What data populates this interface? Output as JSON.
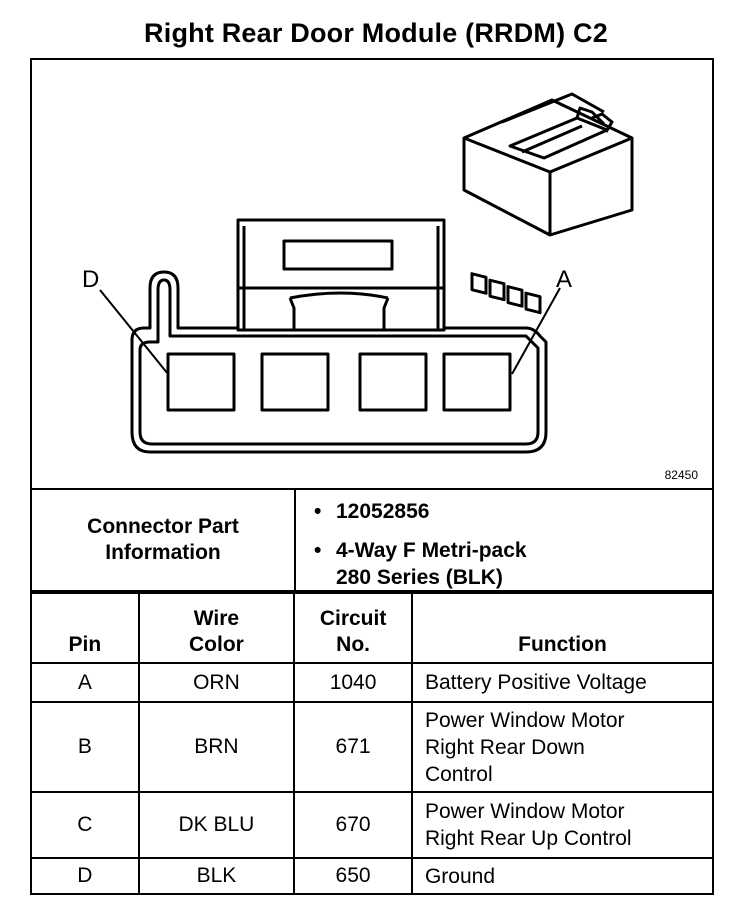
{
  "title": "Right Rear Door Module (RRDM) C2",
  "diagram": {
    "label_left": "D",
    "label_right": "A",
    "figure_number": "82450"
  },
  "connector_info": {
    "label_line1": "Connector Part",
    "label_line2": "Information",
    "part_number": "12052856",
    "description_line1": "4-Way F Metri-pack",
    "description_line2": "280 Series (BLK)"
  },
  "table": {
    "headers": {
      "pin": "Pin",
      "wire_color_line1": "Wire",
      "wire_color_line2": "Color",
      "circuit_line1": "Circuit",
      "circuit_line2": "No.",
      "function": "Function"
    },
    "rows": [
      {
        "pin": "A",
        "wire_color": "ORN",
        "circuit": "1040",
        "function_lines": [
          "Battery Positive Voltage"
        ]
      },
      {
        "pin": "B",
        "wire_color": "BRN",
        "circuit": "671",
        "function_lines": [
          "Power Window Motor",
          "Right Rear Down",
          "Control"
        ]
      },
      {
        "pin": "C",
        "wire_color": "DK BLU",
        "circuit": "670",
        "function_lines": [
          "Power Window Motor",
          "Right Rear Up Control"
        ]
      },
      {
        "pin": "D",
        "wire_color": "BLK",
        "circuit": "650",
        "function_lines": [
          "Ground"
        ]
      }
    ]
  }
}
